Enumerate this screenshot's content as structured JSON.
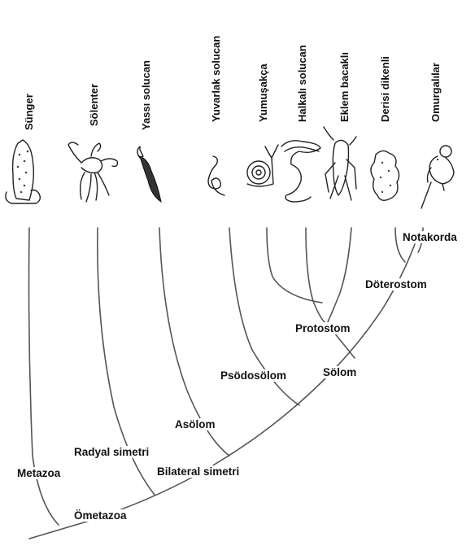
{
  "taxa": {
    "sunger": "Sünger",
    "solenter": "Sölenter",
    "yassi_solucan": "Yassı solucan",
    "yuvarlak_solucan": "Yuvarlak solucan",
    "yumusakca": "Yumuşakça",
    "halkali_solucan": "Halkalı solucan",
    "eklem_bacakli": "Eklem bacaklı",
    "derisi_dikenli": "Derisi dikenli",
    "omurgalilar": "Omurgalılar"
  },
  "nodes": {
    "notakorda": "Notakorda",
    "doterostom": "Döterostom",
    "protostom": "Protostom",
    "solom": "Sölom",
    "psodosolom": "Psödosölom",
    "asolom": "Asölom",
    "radyal_simetri": "Radyal simetri",
    "bilateral_simetri": "Bilateral simetri",
    "metazoa": "Metazoa",
    "ometazoa": "Ömetazoa"
  },
  "icons": {
    "sunger": "sponge-icon",
    "solenter": "jellyfish-polyp-icon",
    "yassi_solucan": "flatworm-icon",
    "yuvarlak_solucan": "roundworm-icon",
    "yumusakca": "snail-icon",
    "halkali_solucan": "earthworm-icon",
    "eklem_bacakli": "grasshopper-icon",
    "derisi_dikenli": "sea-star-icon",
    "omurgalilar": "mouse-icon"
  },
  "colors": {
    "line": "#555555",
    "text": "#111111",
    "background": "#ffffff"
  }
}
